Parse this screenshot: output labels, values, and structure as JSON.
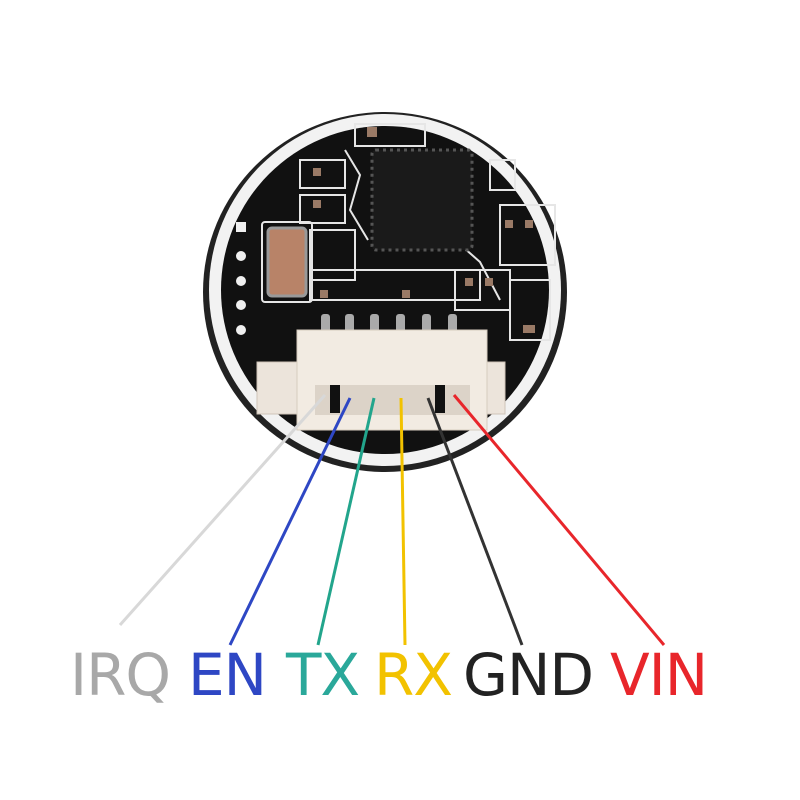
{
  "pins": [
    {
      "label": "IRQ",
      "color": "#a8a8a8",
      "wire_color": "#d8d8d8"
    },
    {
      "label": "EN",
      "color": "#2e47c4",
      "wire_color": "#2e47c4"
    },
    {
      "label": "TX",
      "color": "#2aa89a",
      "wire_color": "#22a58c"
    },
    {
      "label": "RX",
      "color": "#f2c200",
      "wire_color": "#f2c200"
    },
    {
      "label": "GND",
      "color": "#222222",
      "wire_color": "#333333"
    },
    {
      "label": "VIN",
      "color": "#e8262b",
      "wire_color": "#e8262b"
    }
  ]
}
